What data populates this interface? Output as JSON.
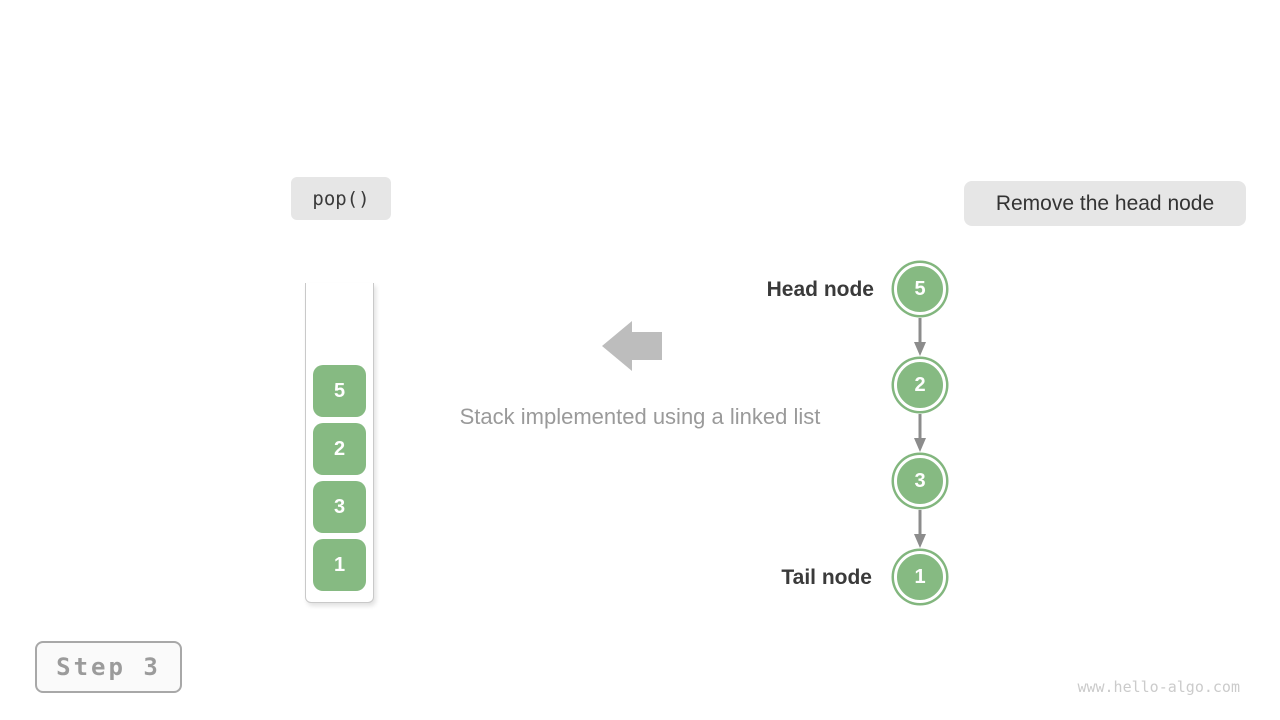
{
  "diagram": {
    "operation_label": "pop()",
    "action_label": "Remove the head node",
    "caption": "Stack implemented using a linked list",
    "step_label": "Step 3",
    "watermark": "www.hello-algo.com"
  },
  "stack": {
    "items": [
      "5",
      "2",
      "3",
      "1"
    ]
  },
  "linked_list": {
    "head_label": "Head node",
    "tail_label": "Tail node",
    "nodes": [
      "5",
      "2",
      "3",
      "1"
    ]
  },
  "icons": {
    "big_left_arrow": "left-block-arrow",
    "connector": "arrow-down"
  },
  "colors": {
    "node_green": "#86ba82",
    "node_ring_green": "#82b67e",
    "label_pill_bg": "#e6e6e6",
    "big_arrow_gray": "#bdbdbd",
    "connector_gray": "#8c8c8c",
    "caption_gray": "#9a9a9a",
    "step_text_gray": "#9b9b9b",
    "container_border": "#c9c9c9"
  }
}
